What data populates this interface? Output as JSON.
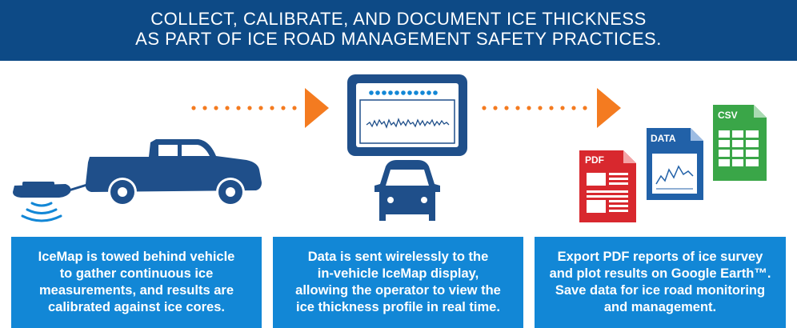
{
  "header": {
    "line1": "COLLECT, CALIBRATE, AND DOCUMENT ICE THICKNESS",
    "line2": "AS PART OF ICE ROAD MANAGEMENT SAFETY PRACTICES."
  },
  "steps": [
    {
      "lines": [
        "IceMap is towed behind vehicle",
        "to gather continuous ice",
        "measurements, and results are",
        "calibrated against ice cores."
      ]
    },
    {
      "lines": [
        "Data is sent wirelessly to the",
        "in-vehicle IceMap display,",
        "allowing the operator to view the",
        "ice thickness profile in real time."
      ]
    },
    {
      "lines": [
        "Export PDF reports of ice survey",
        "and plot results on Google Earth™.",
        "Save data for ice road monitoring",
        "and management."
      ]
    }
  ],
  "documents": {
    "pdf": "PDF",
    "data": "DATA",
    "csv": "CSV"
  },
  "colors": {
    "header_bg": "#0d4a86",
    "box_bg": "#1287d6",
    "arrow": "#f47b20",
    "vehicle": "#1f4f8a",
    "pdf": "#d8282e",
    "data": "#2161a8",
    "csv": "#3aa648"
  }
}
